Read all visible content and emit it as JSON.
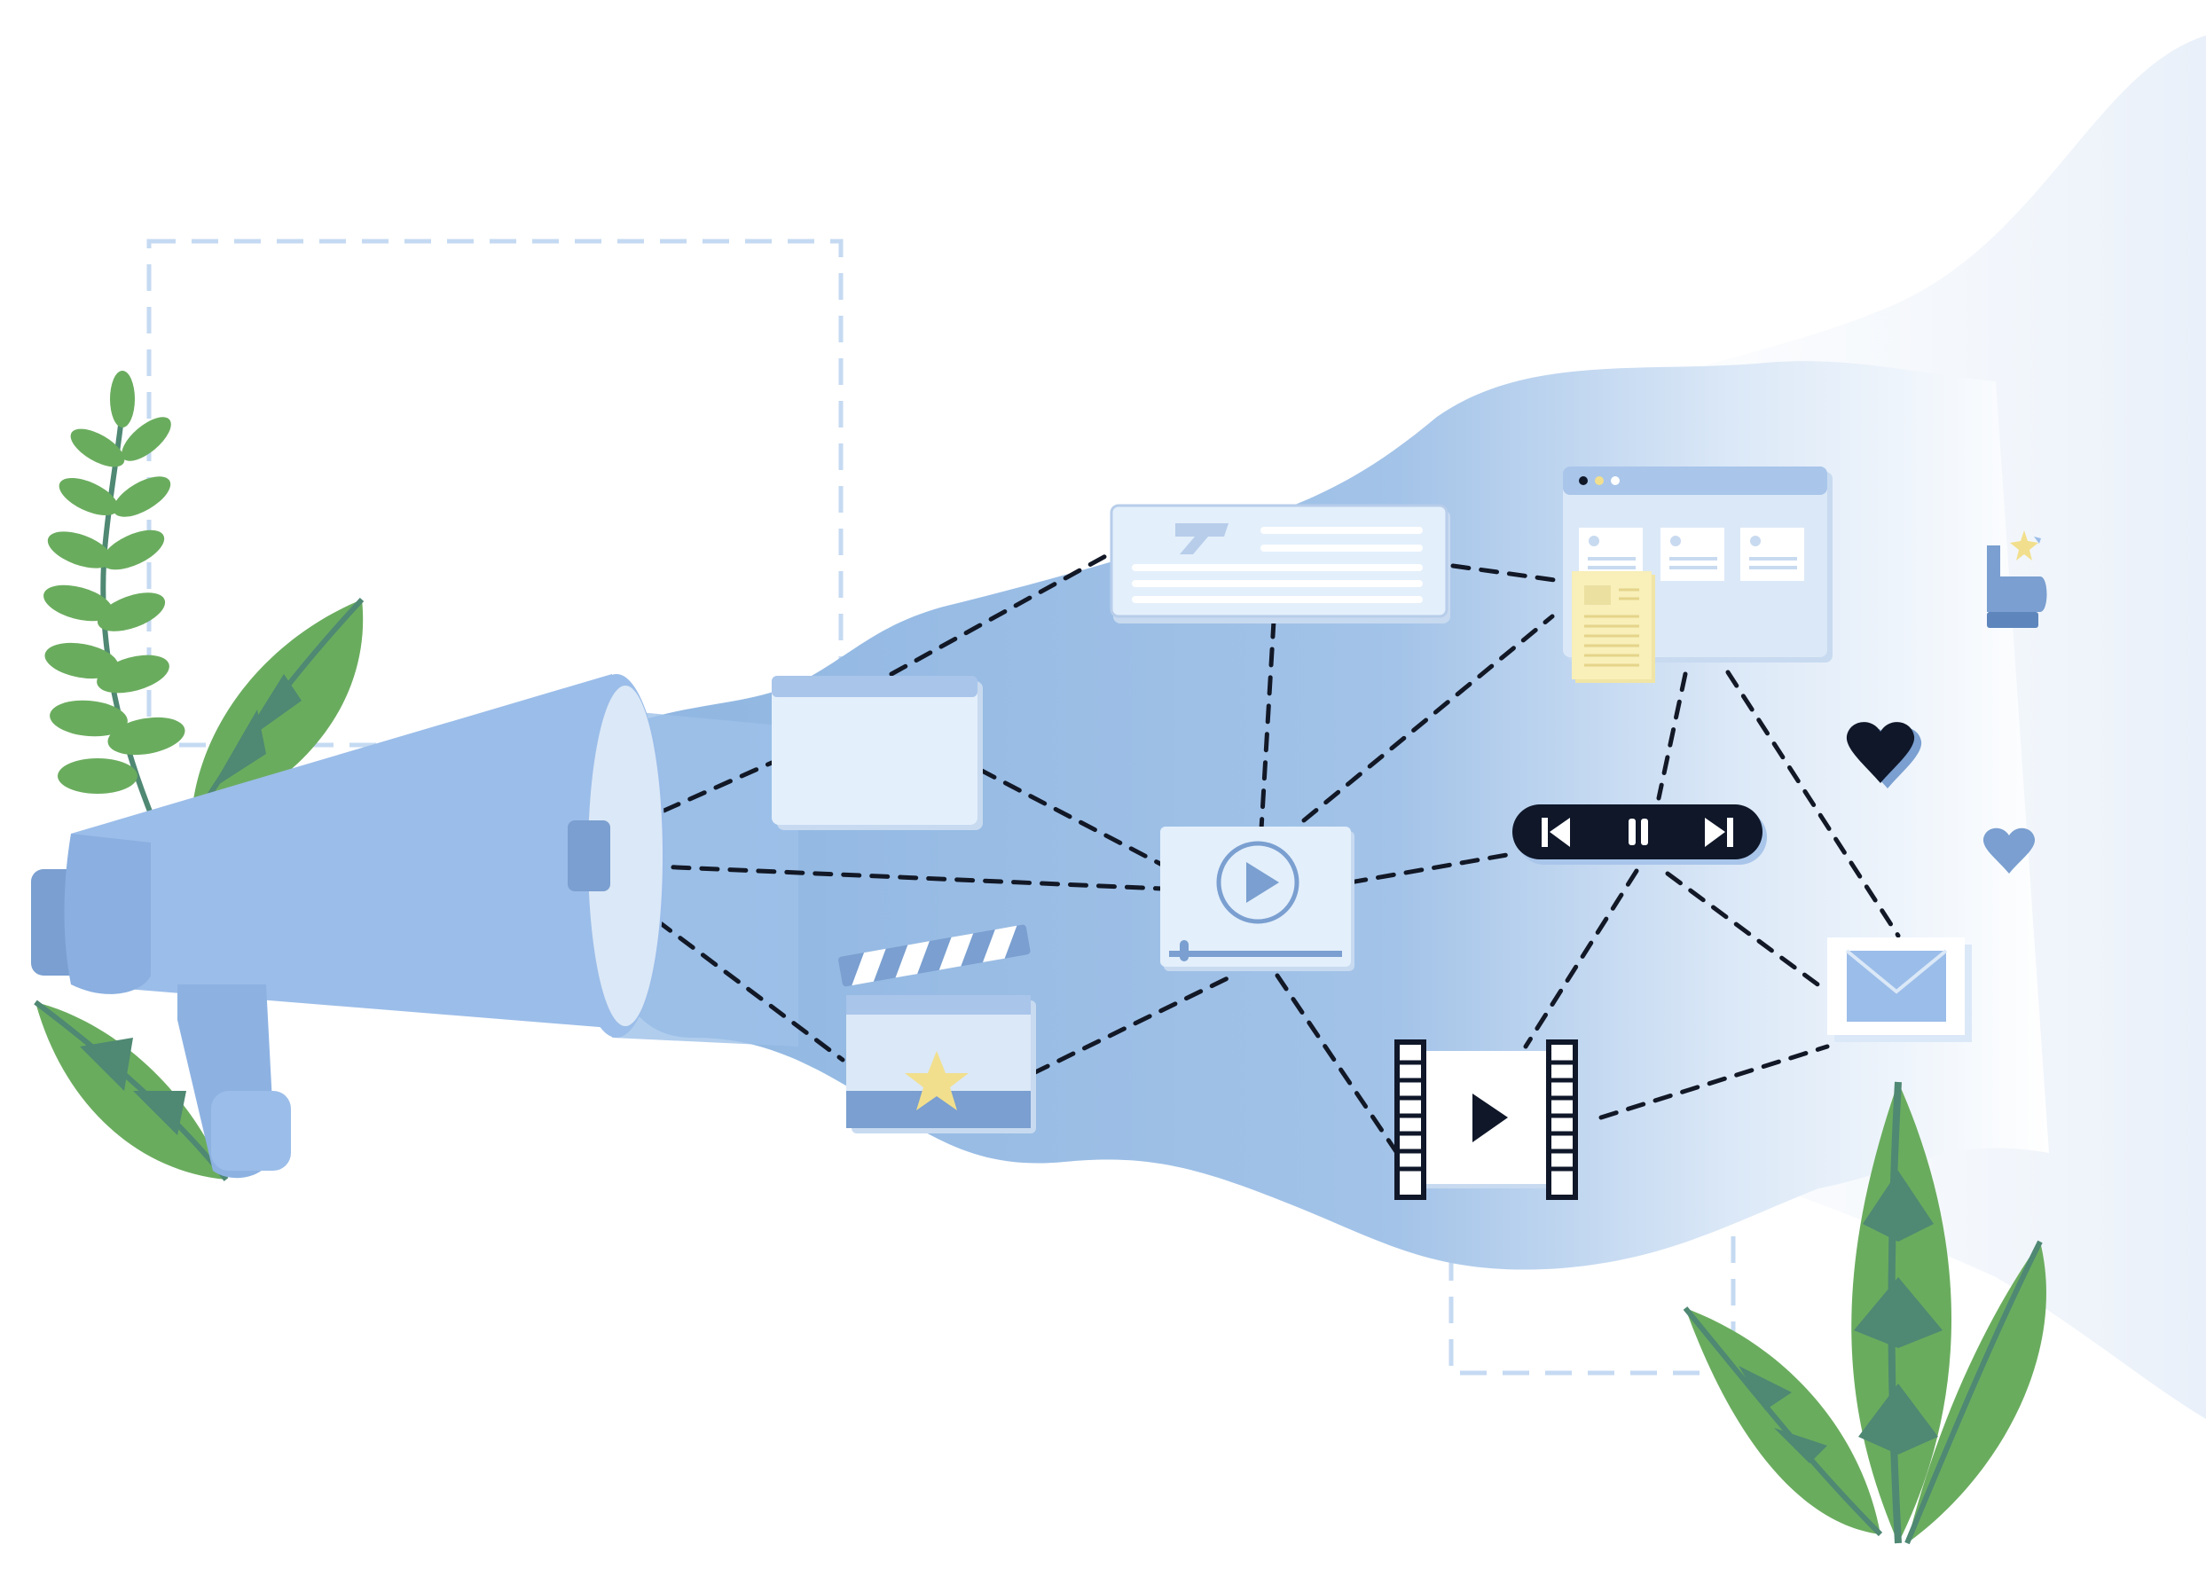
{
  "illustration": {
    "subject": "megaphone-content-marketing",
    "nodes": [
      {
        "id": "text-document-card",
        "icon": "text-document-icon"
      },
      {
        "id": "browser-window-card",
        "icon": "browser-window-icon"
      },
      {
        "id": "blank-window-card",
        "icon": "window-icon"
      },
      {
        "id": "video-player-card",
        "icon": "play-icon"
      },
      {
        "id": "media-controls-bar",
        "icon": "media-controls-icon"
      },
      {
        "id": "clapperboard",
        "icon": "clapperboard-icon"
      },
      {
        "id": "film-strip-card",
        "icon": "film-play-icon"
      },
      {
        "id": "email-envelope",
        "icon": "envelope-icon"
      },
      {
        "id": "thumbs-up",
        "icon": "thumbs-up-icon"
      },
      {
        "id": "heart-dark",
        "icon": "heart-icon"
      },
      {
        "id": "heart-light",
        "icon": "heart-icon"
      }
    ],
    "decorations": [
      "megaphone-icon",
      "fern-plant",
      "leaf-plant",
      "dashed-frame"
    ]
  },
  "palette": {
    "blob": "#92b9e3",
    "blob_light": "#dbe8f7",
    "megaphone": "#9bbde9",
    "megaphone_dark": "#7a9fd0",
    "card": "#e3effb",
    "card_header": "#a9c5ea",
    "card_border": "#c8daf0",
    "dashed_line": "#121826",
    "dark_icon": "#0f1729",
    "leaf_light": "#6aac5e",
    "leaf_dark": "#4f8873",
    "star": "#f2df8d",
    "frame": "#c5daf2"
  }
}
